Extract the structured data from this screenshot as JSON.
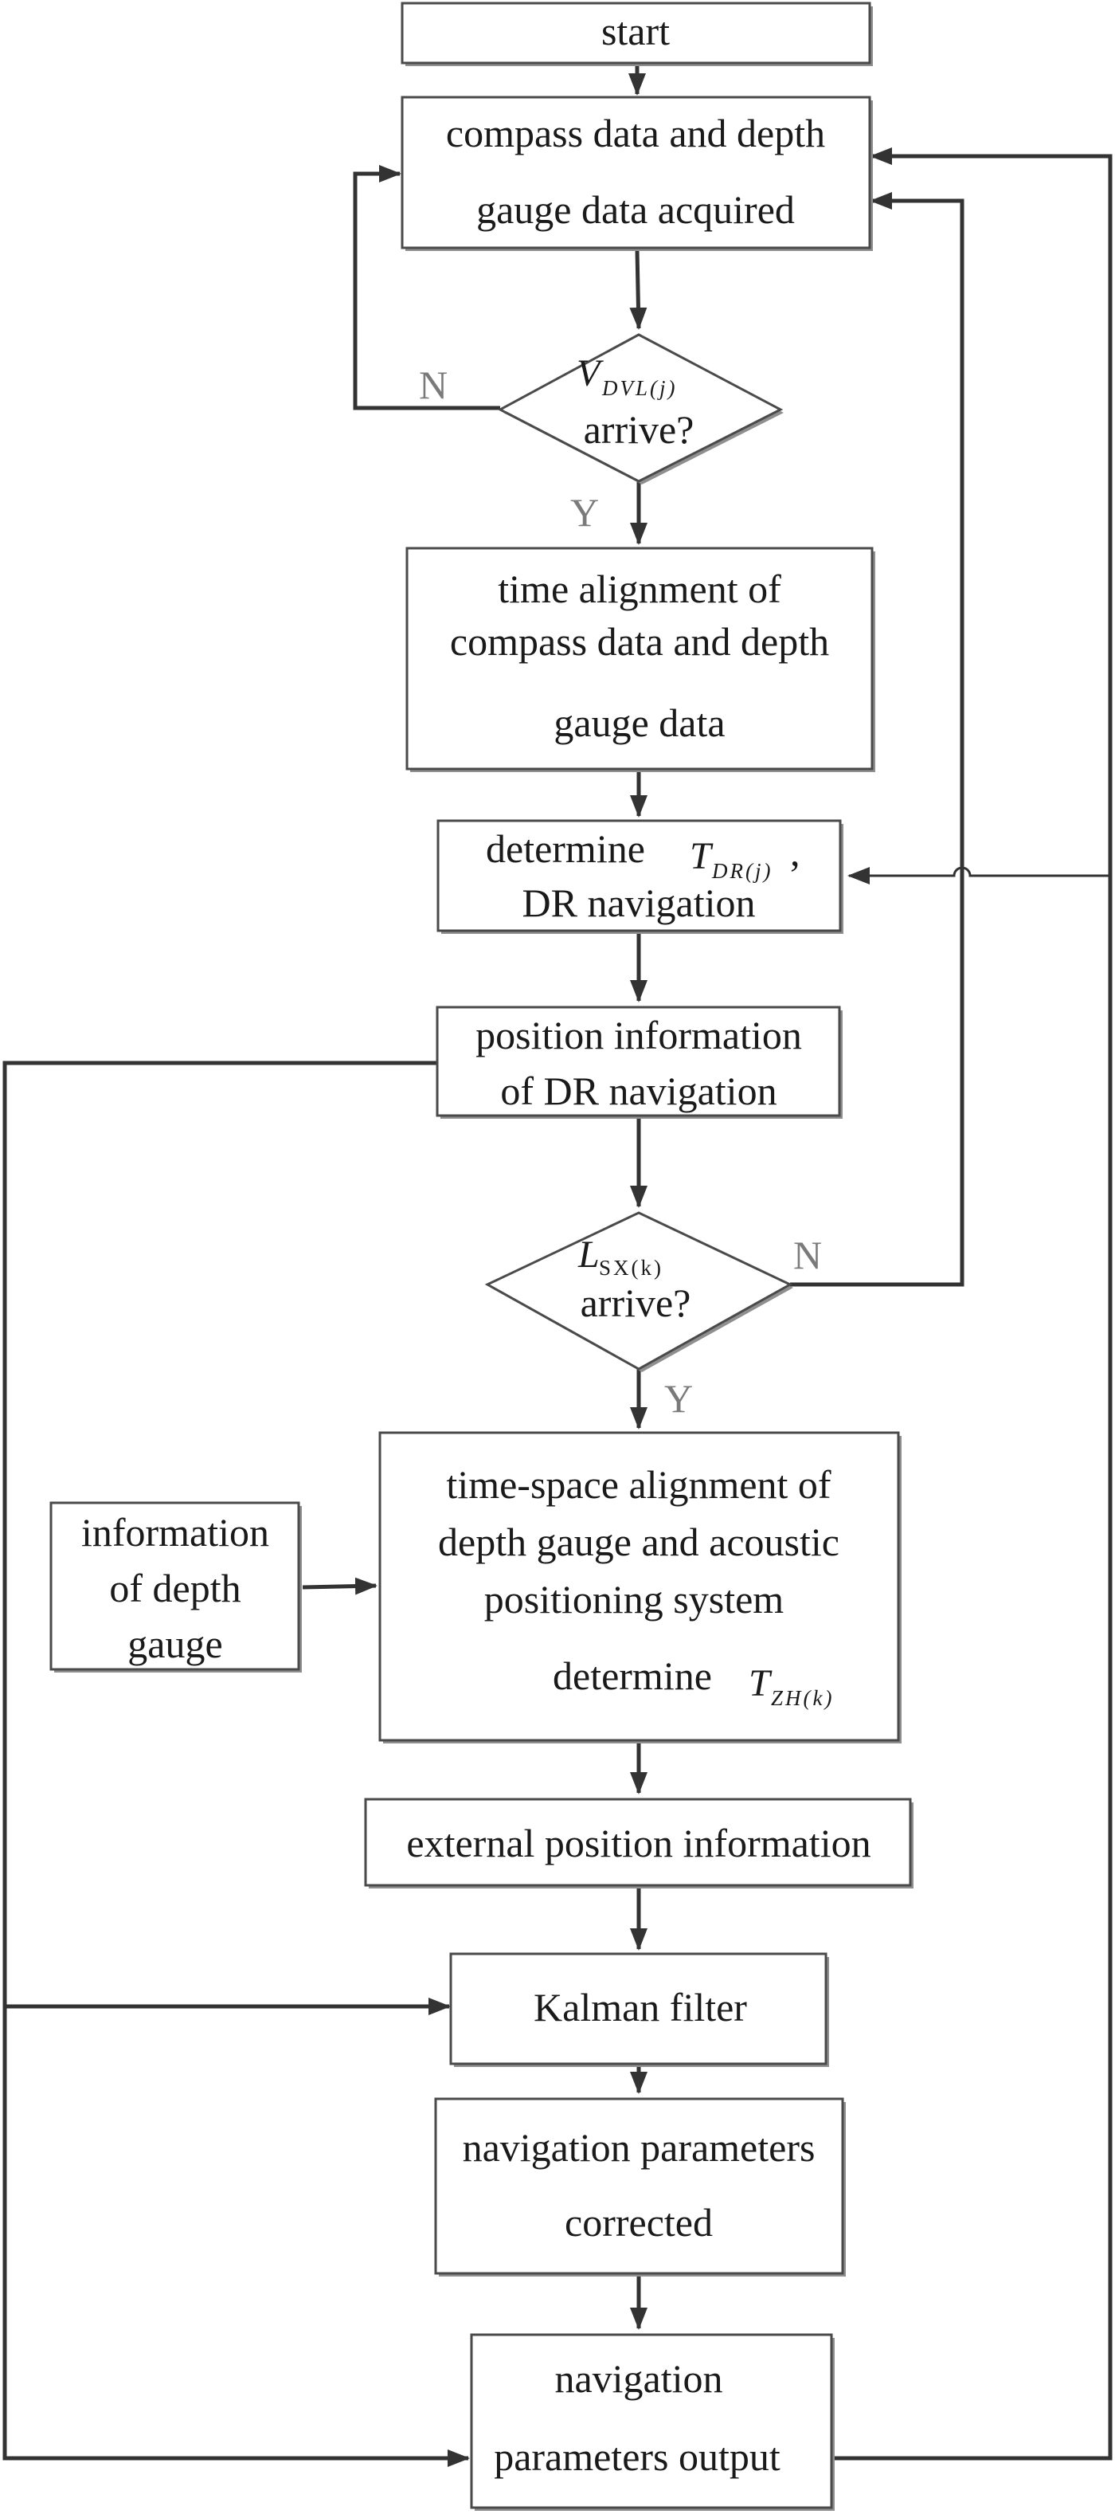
{
  "nodes": {
    "start": "start",
    "acquire": [
      "compass data and depth",
      "gauge data acquired"
    ],
    "dvl_check": {
      "symbol": "V",
      "subscript": "DVL(j)",
      "question": "arrive?"
    },
    "time_alignment": [
      "time alignment of",
      "compass data and depth",
      "gauge data"
    ],
    "determine_dr": {
      "prefix": "determine",
      "symbol": "T",
      "subscript": "DR(j)",
      "suffix": ",",
      "line2": "DR navigation"
    },
    "dr_position": [
      "position information",
      "of DR navigation"
    ],
    "lsx_check": {
      "symbol": "L",
      "subscript": "SX(k)",
      "question": "arrive?"
    },
    "depth_info": [
      "information",
      "of depth",
      "gauge"
    ],
    "time_space_alignment": [
      "time-space alignment of",
      "depth gauge and acoustic",
      "positioning system"
    ],
    "determine_zh": {
      "prefix": "determine",
      "symbol": "T",
      "subscript": "ZH(k)"
    },
    "external_position": "external position information",
    "kalman": "Kalman filter",
    "nav_corrected": [
      "navigation parameters",
      "corrected"
    ],
    "nav_output": [
      "navigation",
      "parameters output"
    ]
  },
  "edge_labels": {
    "no": "N",
    "yes": "Y"
  }
}
